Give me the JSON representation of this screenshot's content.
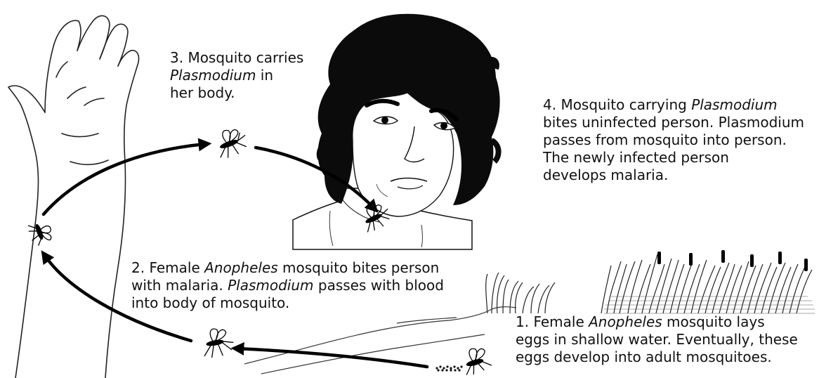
{
  "captions": {
    "step1": {
      "lines": [
        [
          "1. Female ",
          "Anopheles",
          " mosquito lays"
        ],
        [
          "eggs in shallow water.  Eventually, these"
        ],
        [
          "eggs develop into adult mosquitoes."
        ]
      ]
    },
    "step2": {
      "lines": [
        [
          "2. Female ",
          "Anopheles",
          " mosquito bites person"
        ],
        [
          "with malaria.  ",
          "Plasmodium",
          " passes with blood"
        ],
        [
          "into body of mosquito."
        ]
      ]
    },
    "step3": {
      "lines": [
        [
          "3. Mosquito carries"
        ],
        [
          "",
          "Plasmodium",
          " in"
        ],
        [
          "her body."
        ]
      ]
    },
    "step4": {
      "lines": [
        [
          "4. Mosquito carrying ",
          "Plasmodium"
        ],
        [
          "bites uninfected person. Plasmodium"
        ],
        [
          "passes from mosquito into person."
        ],
        [
          "The newly infected person"
        ],
        [
          "develops malaria."
        ]
      ]
    }
  }
}
